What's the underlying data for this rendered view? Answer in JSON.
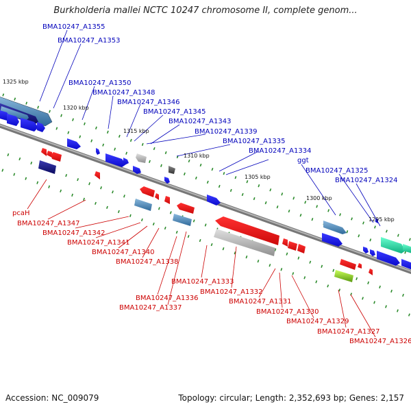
{
  "title": "Burkholderia mallei NCTC 10247 chromosome II, complete genom...",
  "footer": {
    "accession": "Accession: NC_009079",
    "topology": "Topology: circular; Length: 2,352,693 bp; Genes: 2,157"
  },
  "scale_labels": [
    "1325 kbp",
    "1320 kbp",
    "1315 kbp",
    "1310 kbp",
    "1305 kbp",
    "1300 kbp",
    "1295 kbp"
  ],
  "top_labels": [
    "BMA10247_A1355",
    "BMA10247_A1353",
    "BMA10247_A1350",
    "BMA10247_A1348",
    "BMA10247_A1346",
    "BMA10247_A1345",
    "BMA10247_A1343",
    "BMA10247_A1339",
    "BMA10247_A1335",
    "BMA10247_A1334",
    "ggt",
    "BMA10247_A1325",
    "BMA10247_A1324"
  ],
  "bottom_labels": [
    "pcaH",
    "BMA10247_A1347",
    "BMA10247_A1342",
    "BMA10247_A1341",
    "BMA10247_A1340",
    "BMA10247_A1338",
    "BMA10247_A1333",
    "BMA10247_A1336",
    "BMA10247_A1337",
    "BMA10247_A1332",
    "BMA10247_A1331",
    "BMA10247_A1330",
    "BMA10247_A1329",
    "BMA10247_A1327",
    "BMA10247_A1326"
  ],
  "colors": {
    "forward": "#1a1aee",
    "reverse": "#ee1a1a",
    "top_label": "#0000bb",
    "bottom_label": "#cc0000",
    "backbone": "#888888",
    "tick": "#2a8a2a",
    "steelblue": "#4a86b8",
    "navy": "#1a1a80",
    "teal": "#1acc99",
    "lime": "#8ad01a",
    "gray": "#b0b0b0"
  }
}
